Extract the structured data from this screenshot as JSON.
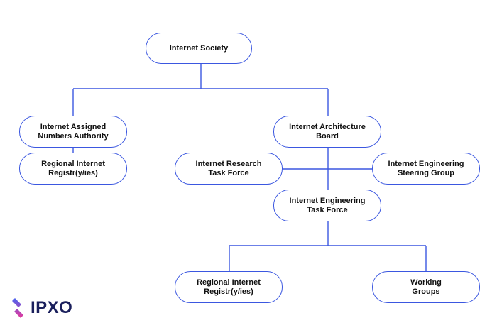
{
  "diagram": {
    "nodes": {
      "society": {
        "lines": [
          "Internet Society"
        ]
      },
      "iana": {
        "lines": [
          "Internet Assigned",
          "Numbers Authority"
        ]
      },
      "rir_left": {
        "lines": [
          "Regional Internet",
          "Registr(y/ies)"
        ]
      },
      "iab": {
        "lines": [
          "Internet Architecture",
          "Board"
        ]
      },
      "irtf": {
        "lines": [
          "Internet Research",
          "Task Force"
        ]
      },
      "iesg": {
        "lines": [
          "Internet Engineering",
          "Steering Group"
        ]
      },
      "ietf": {
        "lines": [
          "Internet Engineering",
          "Task Force"
        ]
      },
      "rir_bottom": {
        "lines": [
          "Regional Internet",
          "Registr(y/ies)"
        ]
      },
      "working_groups": {
        "lines": [
          "Working",
          "Groups"
        ]
      }
    },
    "colors": {
      "connector": "#3b57e0",
      "node_border": "#3b57e0",
      "text": "#111111"
    }
  },
  "logo": {
    "text": "IPXO",
    "icon": "ipxo-logo-icon",
    "colors": {
      "text": "#1a1f5c",
      "icon_top": "#4a63f0",
      "icon_bottom": "#e6399b"
    }
  }
}
